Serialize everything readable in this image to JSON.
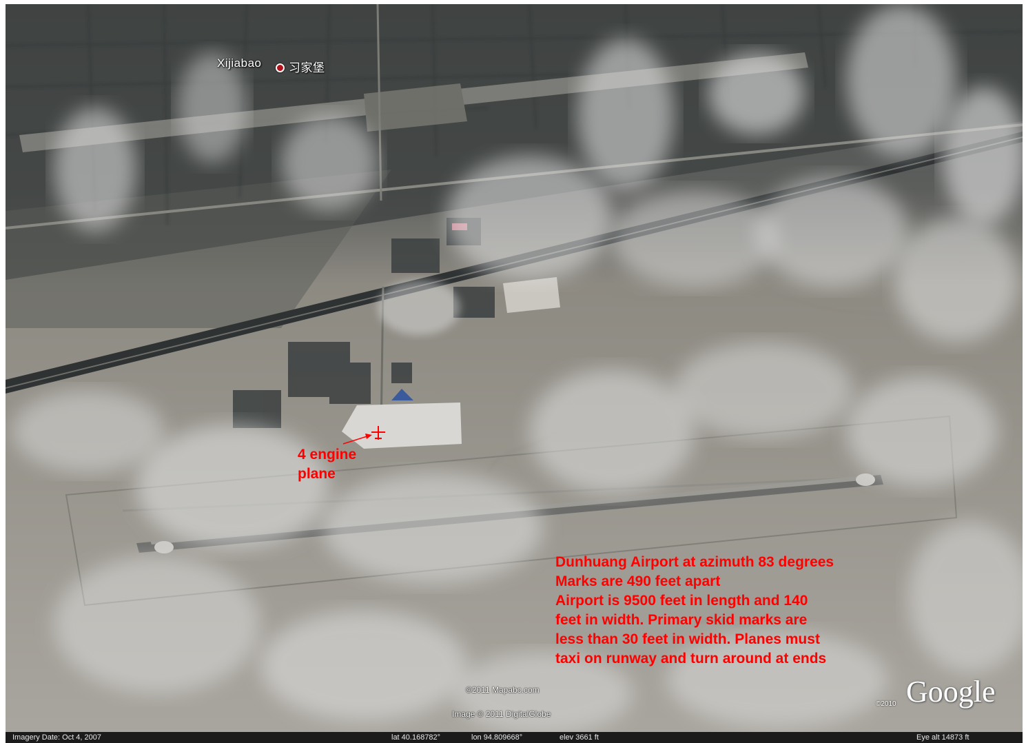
{
  "place": {
    "name_latin": "Xijiabao",
    "name_chinese": "习家堡"
  },
  "annotation": {
    "plane_label_lines": [
      "4 engine",
      "plane"
    ],
    "note_lines": [
      "Dunhuang Airport at azimuth 83 degrees",
      "Marks are 490 feet apart",
      "Airport is 9500 feet in length  and 140",
      "feet in width. Primary skid marks are",
      "less than 30 feet in width. Planes must",
      "taxi on runway and turn around at ends"
    ],
    "color": "#ff0000"
  },
  "credits": {
    "mapabc": "©2011 Mapabc.com",
    "digitalglobe": "Image © 2011 DigitalGlobe",
    "logo_year": "©2010",
    "logo_word": "Google"
  },
  "status": {
    "imagery_date": "Imagery Date: Oct  4, 2007",
    "lat": "lat  40.168782°",
    "lon": "lon  94.809668°",
    "elev": "elev  3661 ft",
    "eye_alt": "Eye alt   14873 ft"
  }
}
